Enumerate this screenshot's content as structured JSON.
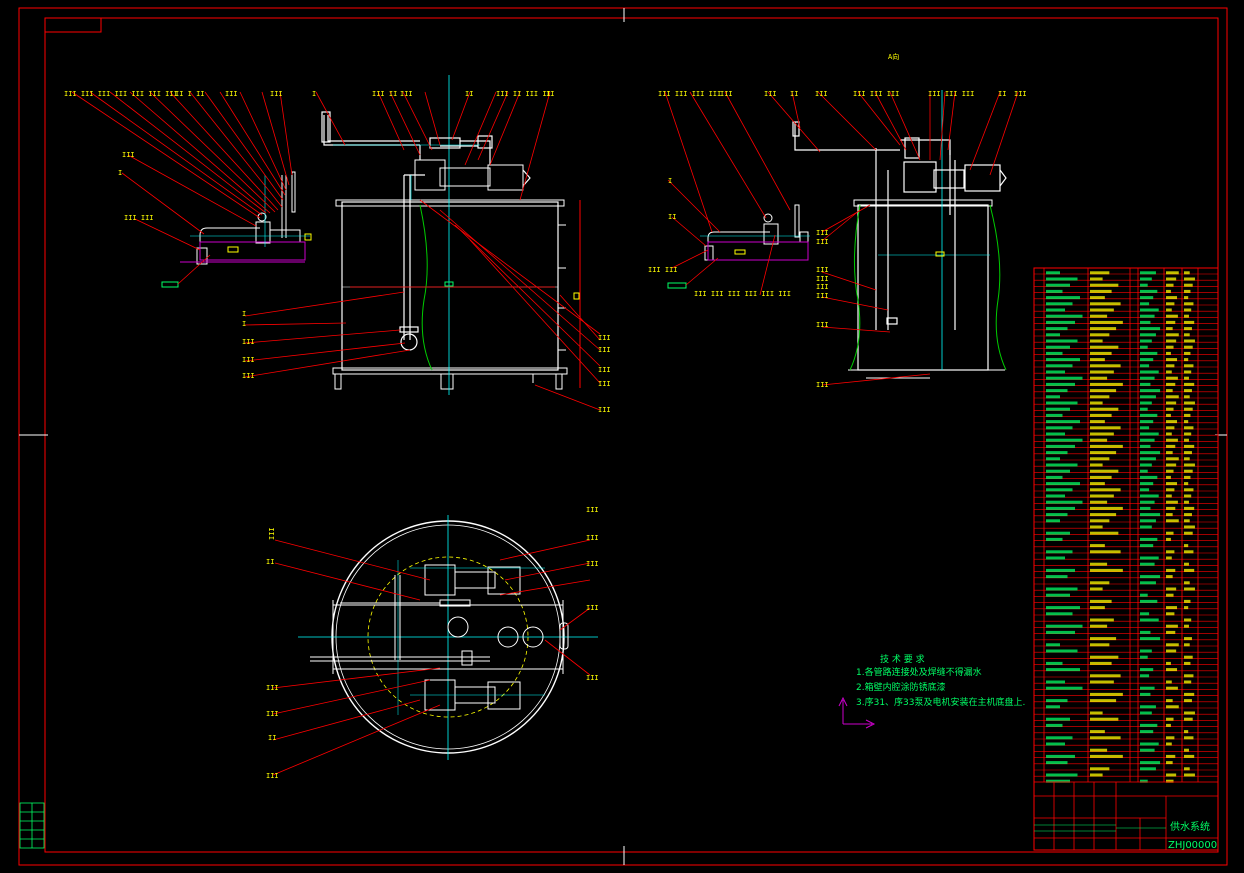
{
  "view_label": "A向",
  "tech_notes": {
    "title": "技 术 要 求",
    "lines": [
      "1.各管路连接处及焊缝不得漏水",
      "2.箱壁内腔涂防锈底漆",
      "3.序31、序33泵及电机安装在主机底盘上."
    ]
  },
  "title_block": {
    "drawing_name": "供水系统",
    "drawing_number": "ZHJ00000"
  },
  "colors": {
    "background": "#000000",
    "frame": "#ff0000",
    "pipe": "#ffffff",
    "centerline": "#00ffff",
    "leader": "#ff0000",
    "label": "#ffff00",
    "note": "#00ff66",
    "tank_inner": "#00cc00",
    "base": "#cc00cc",
    "arrow": "#cc00cc"
  }
}
